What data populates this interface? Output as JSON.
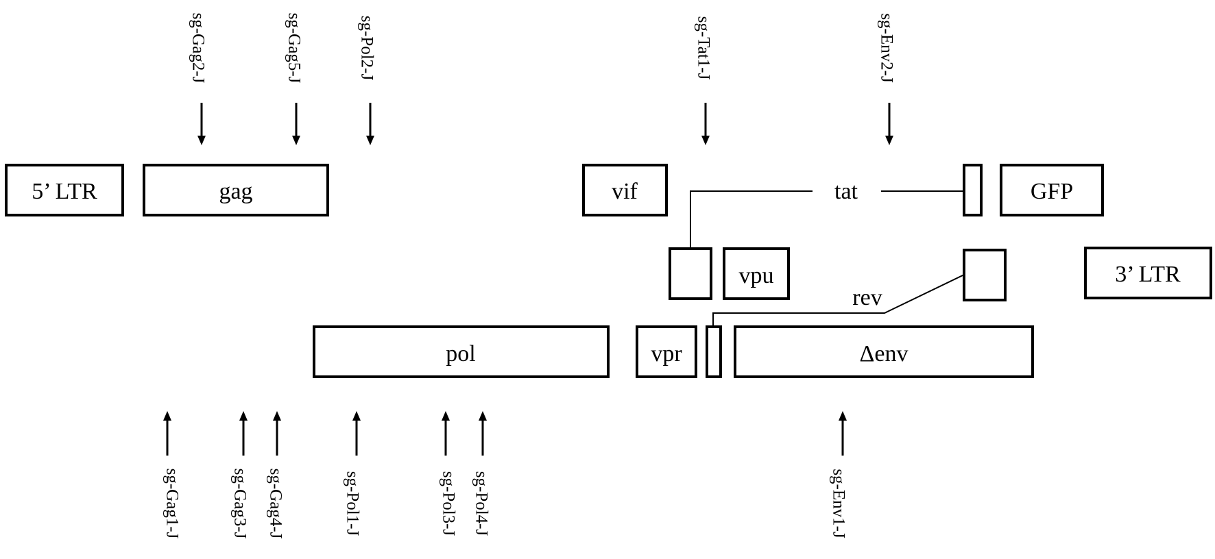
{
  "colors": {
    "stroke": "#000000",
    "background": "#ffffff"
  },
  "boxes": {
    "ltr5": "5’ LTR",
    "gag": "gag",
    "vif": "vif",
    "gfp": "GFP",
    "vpu": "vpu",
    "ltr3": "3’ LTR",
    "pol": "pol",
    "vpr": "vpr",
    "env": "Δenv"
  },
  "splice_labels": {
    "tat": "tat",
    "rev": "rev"
  },
  "guides_top": [
    "sg-Gag2-J",
    "sg-Gag5-J",
    "sg-Pol2-J",
    "sg-Tat1-J",
    "sg-Env2-J"
  ],
  "guides_bottom": [
    "sg-Gag1-J",
    "sg-Gag3-J",
    "sg-Gag4-J",
    "sg-Pol1-J",
    "sg-Pol3-J",
    "sg-Pol4-J",
    "sg-Env1-J"
  ]
}
